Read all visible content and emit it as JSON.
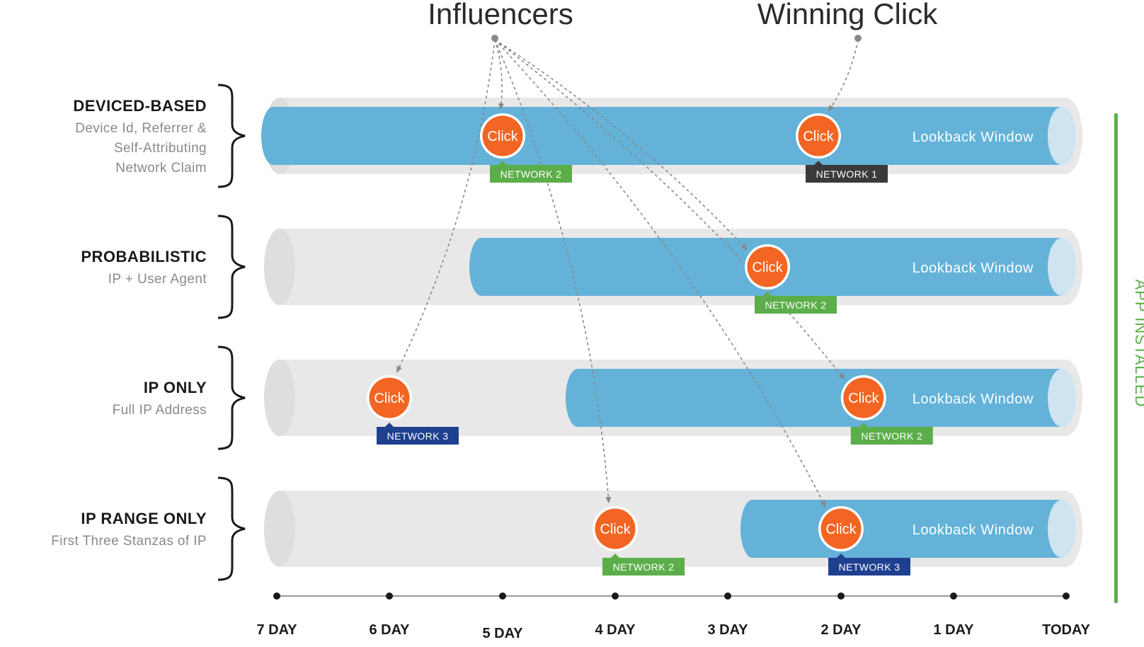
{
  "headers": {
    "influencers": "Influencers",
    "winning_click": "Winning Click"
  },
  "rows": [
    {
      "title": "DEVICED-BASED",
      "subtitle": [
        "Device Id, Referrer &",
        "Self-Attributing",
        "Network Claim"
      ]
    },
    {
      "title": "PROBABILISTIC",
      "subtitle": [
        "IP + User Agent"
      ]
    },
    {
      "title": "IP ONLY",
      "subtitle": [
        "Full IP Address"
      ]
    },
    {
      "title": "IP RANGE ONLY",
      "subtitle": [
        "First Three Stanzas of IP"
      ]
    }
  ],
  "lookback_label": "Lookback Window",
  "click_label": "Click",
  "clicks": [
    {
      "row": 0,
      "day": 5,
      "network": "NETWORK 2",
      "tag_color": "#5cae4a"
    },
    {
      "row": 0,
      "day": 2.2,
      "network": "NETWORK 1",
      "tag_color": "#3a3a3a"
    },
    {
      "row": 1,
      "day": 2.65,
      "network": "NETWORK 2",
      "tag_color": "#5cae4a"
    },
    {
      "row": 2,
      "day": 6,
      "network": "NETWORK 3",
      "tag_color": "#1f3f8f"
    },
    {
      "row": 2,
      "day": 1.8,
      "network": "NETWORK 2",
      "tag_color": "#5cae4a"
    },
    {
      "row": 3,
      "day": 4,
      "network": "NETWORK 2",
      "tag_color": "#5cae4a"
    },
    {
      "row": 3,
      "day": 2,
      "network": "NETWORK 3",
      "tag_color": "#1f3f8f"
    }
  ],
  "axis_labels": [
    "7 DAY",
    "6 DAY",
    "5 DAY",
    "4 DAY",
    "3 DAY",
    "2 DAY",
    "1 DAY",
    "TODAY"
  ],
  "app_installed": "APP INSTALLED",
  "colors": {
    "lookback_blue": "#64b2d8",
    "tube_gray": "#e8e8e8",
    "click_orange": "#f26522",
    "installed_green": "#5cae4a"
  }
}
